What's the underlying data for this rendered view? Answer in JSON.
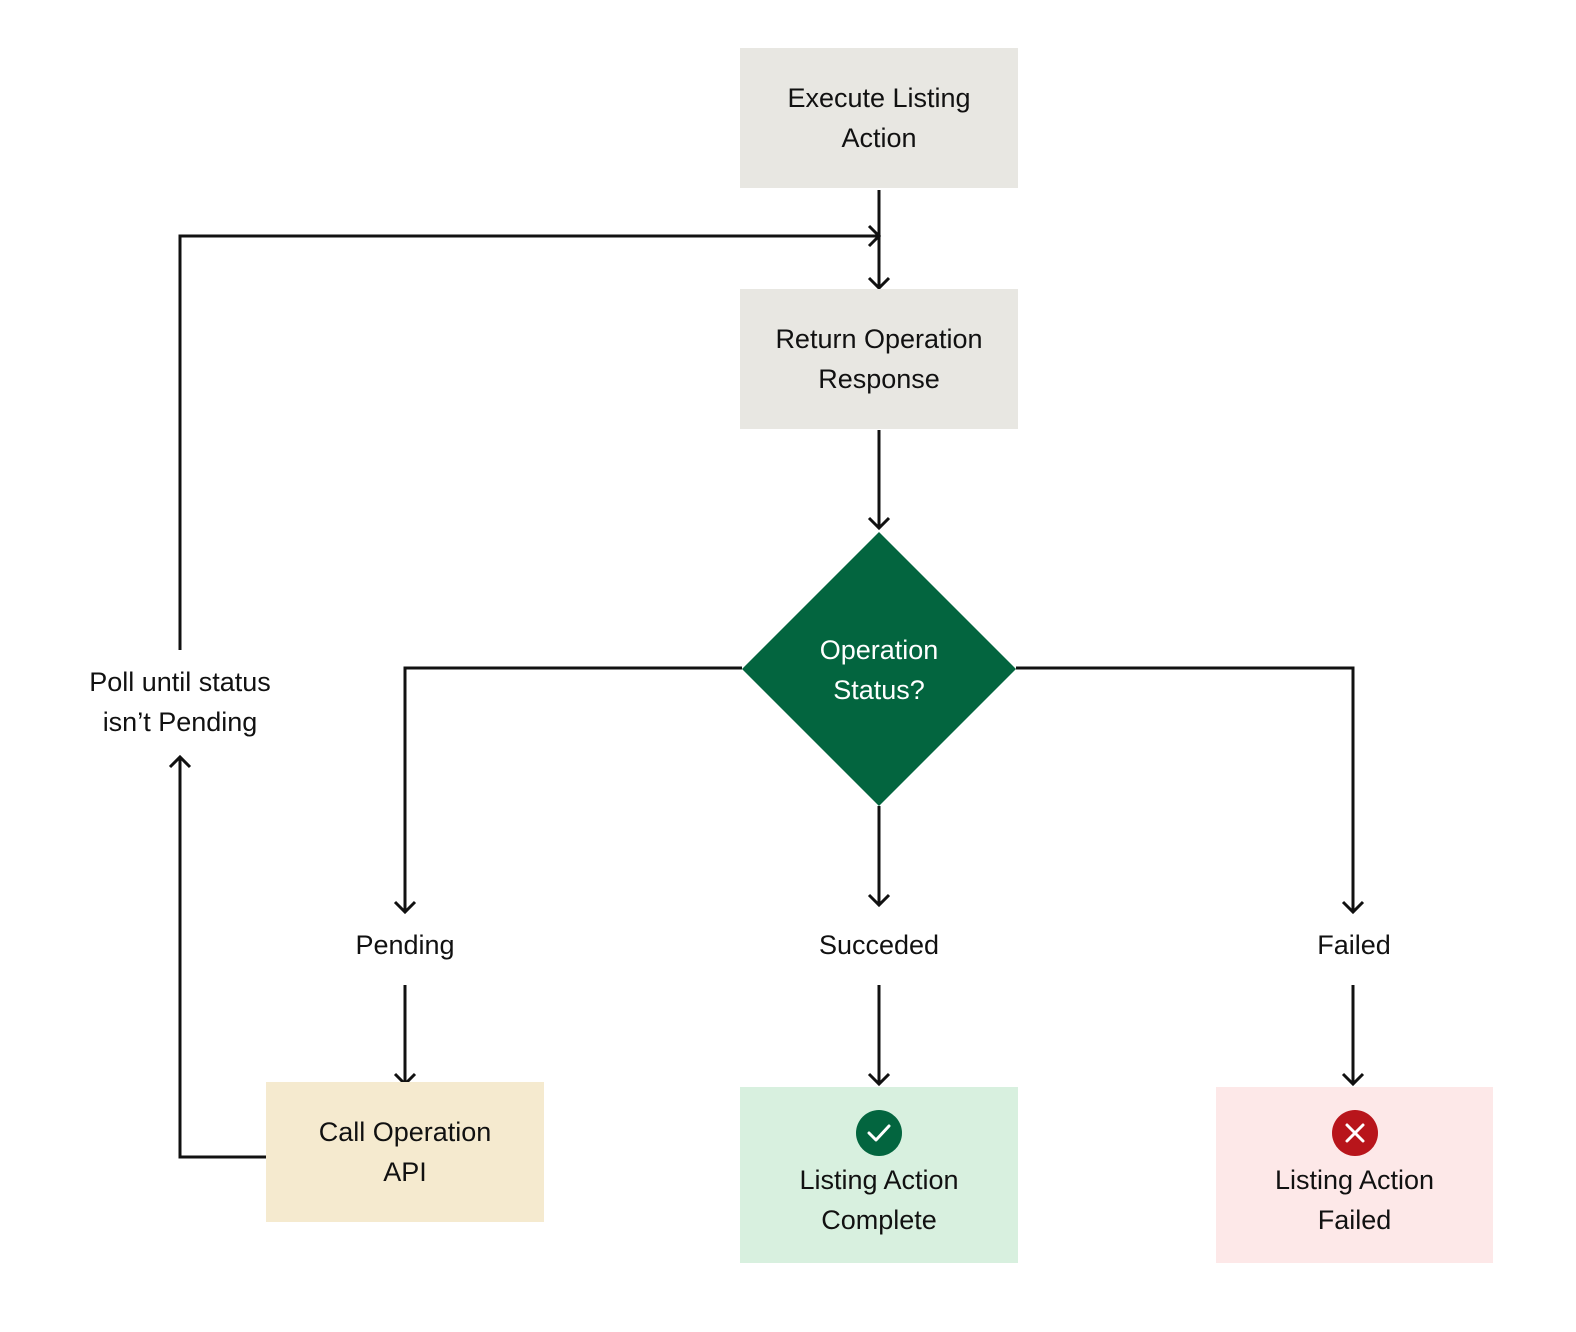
{
  "diagram": {
    "nodes": {
      "execute": {
        "label": "Execute Listing\nAction",
        "color": "#E8E7E2"
      },
      "return_response": {
        "label": "Return Operation\nResponse",
        "color": "#E8E7E2"
      },
      "decision": {
        "label": "Operation\nStatus?",
        "color": "#03653F",
        "text_color": "#FFFFFF"
      },
      "call_api": {
        "label": "Call Operation\nAPI",
        "color": "#F5EACF"
      },
      "complete": {
        "label": "Listing Action\nComplete",
        "color": "#D8F0DF",
        "icon": "check-circle-icon",
        "icon_color": "#03653F"
      },
      "failed": {
        "label": "Listing Action\nFailed",
        "color": "#FDE8E8",
        "icon": "x-circle-icon",
        "icon_color": "#B8151B"
      }
    },
    "branch_labels": {
      "pending": "Pending",
      "succeeded": "Succeded",
      "failed": "Failed",
      "poll": "Poll until status\nisn’t Pending"
    },
    "edge_color": "#111111"
  }
}
